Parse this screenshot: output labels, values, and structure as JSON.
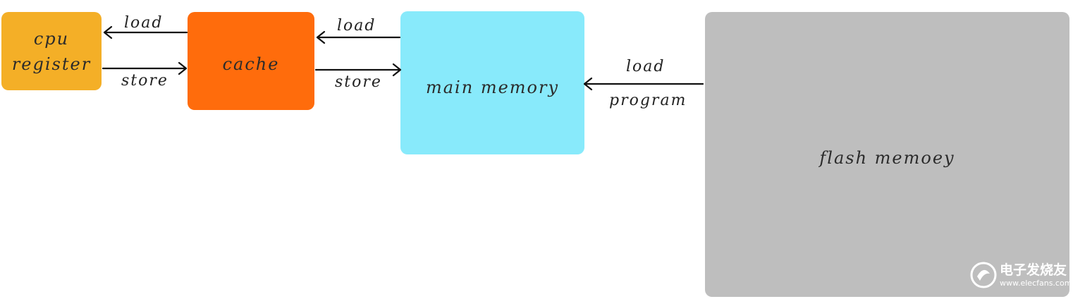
{
  "nodes": {
    "cpu_register": [
      "cpu",
      "register"
    ],
    "cache": "cache",
    "main_memory": "main memory",
    "flash_memory": "flash memoey"
  },
  "edges": {
    "cache_to_cpu": "load",
    "cpu_to_cache": "store",
    "main_to_cache": "load",
    "cache_to_main": "store",
    "flash_to_main_line1": "load",
    "flash_to_main_line2": "program"
  },
  "colors": {
    "cpu_register": "#F4AF27",
    "cache": "#FF6C0C",
    "main_memory": "#88EAFB",
    "flash_memory": "#BEBEBE"
  },
  "watermark": {
    "brand": "电子发烧友",
    "url": "www.elecfans.com",
    "icon": "elecfans-logo-icon"
  }
}
